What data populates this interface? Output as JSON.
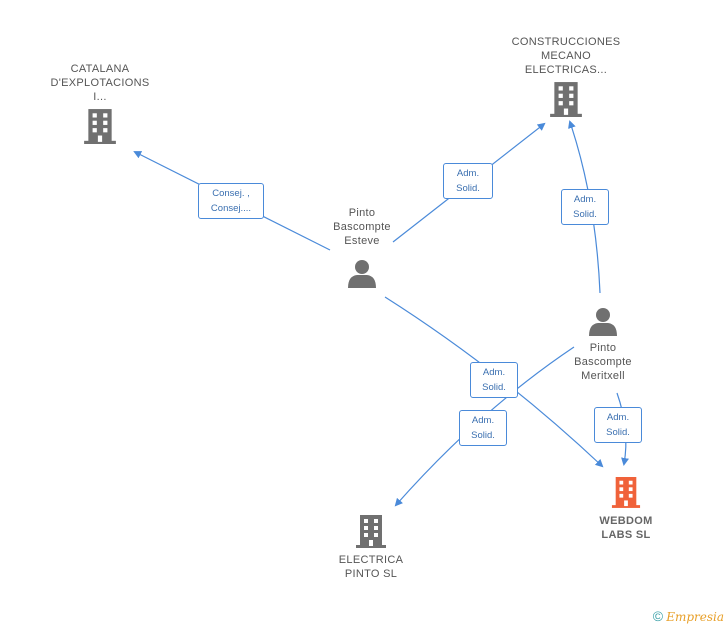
{
  "colors": {
    "edge": "#4a8ad9",
    "company_icon": "#707070",
    "person_icon": "#707070",
    "focus_company_icon": "#f0623a"
  },
  "nodes": {
    "catalana": {
      "lines": [
        "CATALANA",
        "D'EXPLOTACIONS",
        "I..."
      ],
      "icon": "building-icon"
    },
    "construcciones": {
      "lines": [
        "CONSTRUCCIONES",
        "MECANO",
        "ELECTRICAS..."
      ],
      "icon": "building-icon"
    },
    "esteve": {
      "lines": [
        "Pinto",
        "Bascompte",
        "Esteve"
      ],
      "icon": "person-icon"
    },
    "meritxell": {
      "lines": [
        "Pinto",
        "Bascompte",
        "Meritxell"
      ],
      "icon": "person-icon"
    },
    "webdom": {
      "lines": [
        "WEBDOM",
        "LABS SL"
      ],
      "icon": "building-icon"
    },
    "electrica": {
      "lines": [
        "ELECTRICA",
        "PINTO SL"
      ],
      "icon": "building-icon"
    }
  },
  "edges": {
    "esteve_catalana": [
      "Consej. ,",
      "Consej...."
    ],
    "esteve_construcciones": [
      "Adm.",
      "Solid."
    ],
    "meritxell_construcciones": [
      "Adm.",
      "Solid."
    ],
    "esteve_webdom": [
      "Adm.",
      "Solid."
    ],
    "meritxell_electrica": [
      "Adm.",
      "Solid."
    ],
    "meritxell_webdom": [
      "Adm.",
      "Solid."
    ]
  },
  "credit": {
    "symbol": "©",
    "brand": "Empresia"
  }
}
